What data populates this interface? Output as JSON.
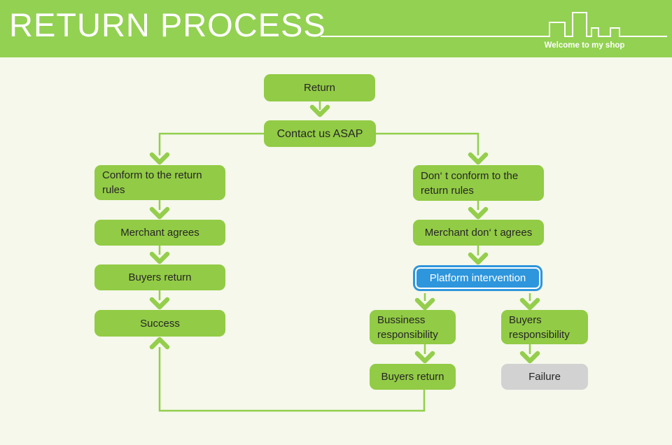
{
  "header": {
    "title": "RETURN PROCESS",
    "tagline": "Welcome to my shop"
  },
  "colors": {
    "header_bg": "#93d152",
    "box_green": "#92cb45",
    "box_blue": "#2e96dc",
    "box_gray": "#d2d2d2",
    "page_bg": "#f5f8eb",
    "connector": "#94ce4c",
    "text_dark": "#262626",
    "text_white": "#ffffff"
  },
  "nodes": {
    "return": {
      "label": "Return"
    },
    "contact": {
      "label": "Contact us ASAP"
    },
    "conform": {
      "label": "Conform to the return rules"
    },
    "merchant_agrees": {
      "label": "Merchant agrees"
    },
    "buyers_return_left": {
      "label": "Buyers return"
    },
    "success": {
      "label": "Success"
    },
    "dont_conform": {
      "label": "Don‘ t conform to the return rules"
    },
    "merchant_dont": {
      "label": "Merchant don‘ t agrees"
    },
    "platform": {
      "label": "Platform intervention"
    },
    "business_resp": {
      "label": "Bussiness responsibility"
    },
    "buyers_resp": {
      "label": "Buyers responsibility"
    },
    "buyers_return_bottom": {
      "label": "Buyers return"
    },
    "failure": {
      "label": "Failure"
    }
  }
}
